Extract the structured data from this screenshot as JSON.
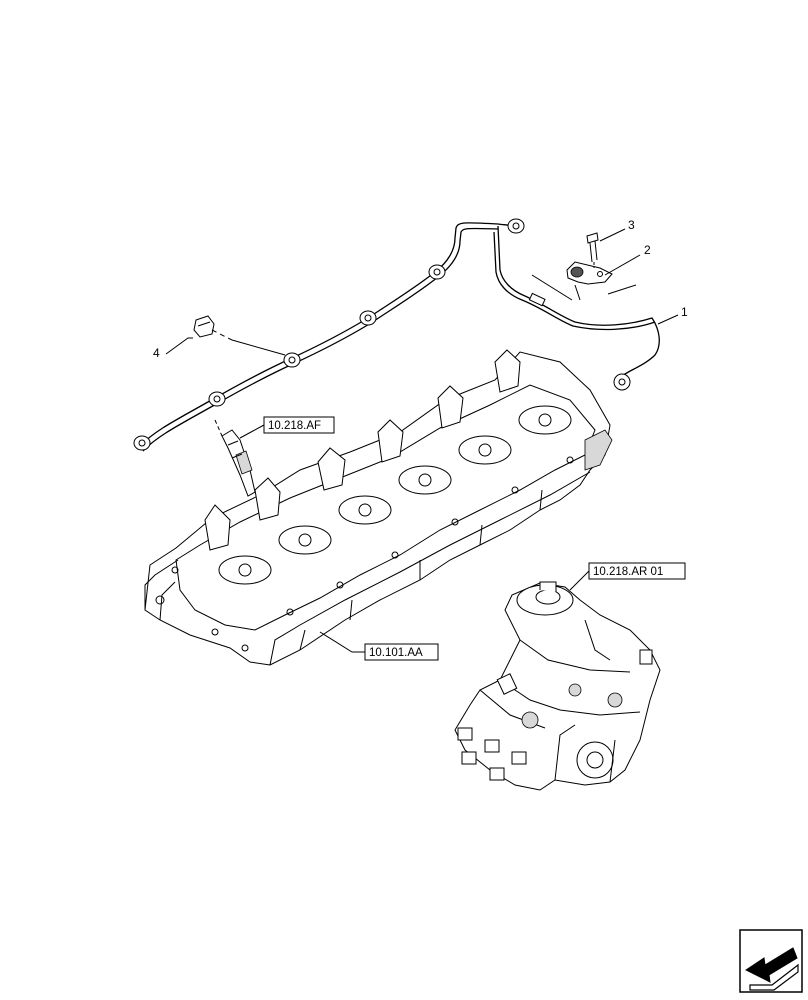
{
  "callouts": {
    "c1": "1",
    "c2": "2",
    "c3": "3",
    "c4": "4"
  },
  "references": {
    "injector": "10.218.AF",
    "pump": "10.218.AR 01",
    "cylinder_head": "10.101.AA"
  },
  "nav": {
    "icon": "arrow-back-icon"
  }
}
